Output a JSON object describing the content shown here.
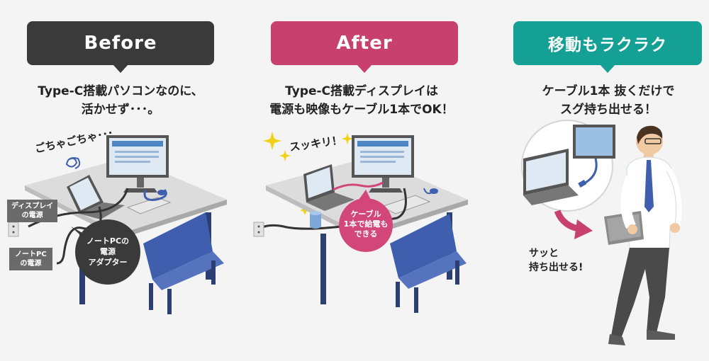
{
  "before": {
    "heading": "Before",
    "caption_line1": "Type-C搭載パソコンなのに、",
    "caption_line2": "活かせず･･･。",
    "mess_text": "ごちゃごちゃ･･･",
    "display_power_line1": "ディスプレイ",
    "display_power_line2": "の電源",
    "notepc_power_line1": "ノートPC",
    "notepc_power_line2": "の電源",
    "adapter_line1": "ノートPCの",
    "adapter_line2": "電源",
    "adapter_line3": "アダプター"
  },
  "after": {
    "heading": "After",
    "caption_line1": "Type-C搭載ディスプレイは",
    "caption_line2": "電源も映像もケーブル1本でOK！",
    "clean_text": "スッキリ！",
    "badge_line1": "ケーブル",
    "badge_line2": "1本で給電も",
    "badge_line3": "できる"
  },
  "mobile": {
    "heading": "移動もラクラク",
    "caption_line1": "ケーブル1本 抜くだけで",
    "caption_line2": "スグ持ち出せる！",
    "note_line1": "サッと",
    "note_line2": "持ち出せる!"
  },
  "colors": {
    "before": "#3a3a3a",
    "after": "#c8416e",
    "mobile": "#15a096",
    "chair": "#3f5fae",
    "cable_pink": "#d2467a",
    "arrow": "#c8416e"
  }
}
